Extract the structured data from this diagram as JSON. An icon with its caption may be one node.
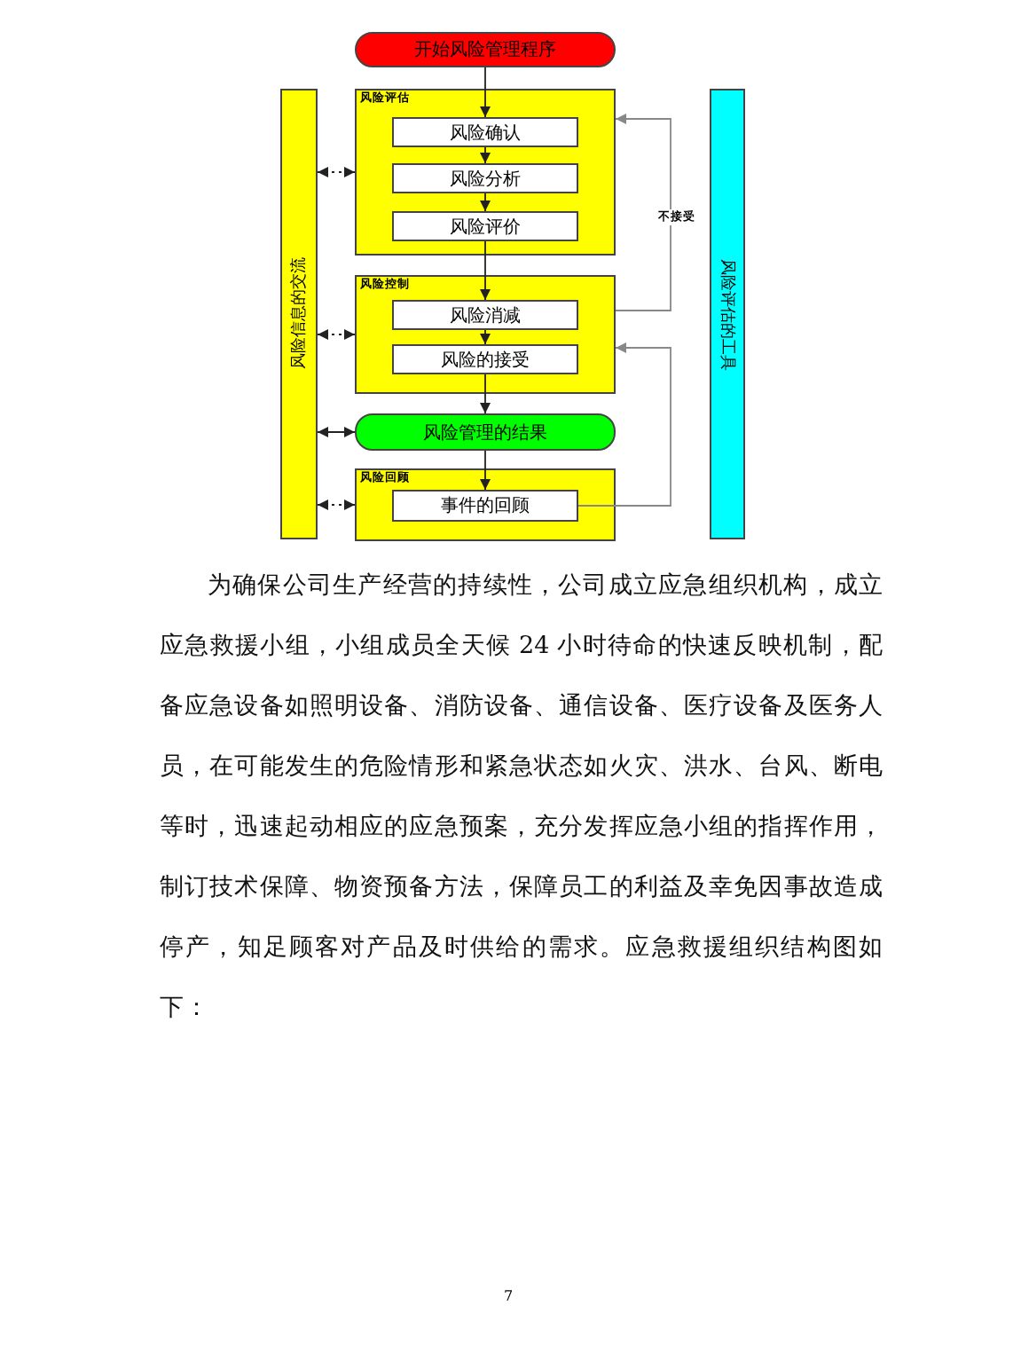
{
  "diagram": {
    "nodes": [
      {
        "text": [
          "开始风险管理程序"
        ]
      },
      {
        "text": [
          "风险信息的交流"
        ]
      },
      {
        "text": [
          "风险评估"
        ]
      },
      {
        "text": [
          "风险确认"
        ],
        "in": 2
      },
      {
        "text": [
          "风险分析"
        ],
        "in": 2
      },
      {
        "text": [
          "风险评价"
        ],
        "in": 2
      },
      {
        "text": [
          "风险控制"
        ]
      },
      {
        "text": [
          "风险消减"
        ],
        "in": 6
      },
      {
        "text": [
          "风险的接受"
        ],
        "in": 6
      },
      {
        "text": [
          "风险管理的结果"
        ]
      },
      {
        "text": [
          "风险回顾"
        ]
      },
      {
        "text": [
          "事件的回顾"
        ],
        "in": 10
      },
      {
        "text": [
          "风险评估的工具"
        ]
      }
    ],
    "edges": [
      {
        "from": 0,
        "to": 3,
        "arrow": "to"
      },
      {
        "from": 3,
        "to": 4,
        "arrow": "to"
      },
      {
        "from": 4,
        "to": 5,
        "arrow": "to"
      },
      {
        "from": 5,
        "to": 7,
        "arrow": "to"
      },
      {
        "from": 7,
        "to": 8,
        "arrow": "to"
      },
      {
        "from": 8,
        "to": 9,
        "arrow": "to"
      },
      {
        "from": 9,
        "to": 11,
        "arrow": "to"
      },
      {
        "from": 1,
        "to": 2,
        "arrow": "both",
        "style": "dashed"
      },
      {
        "from": 1,
        "to": 6,
        "arrow": "both",
        "style": "dashed"
      },
      {
        "from": 1,
        "to": 9,
        "arrow": "both"
      },
      {
        "from": 1,
        "to": 10,
        "arrow": "both",
        "style": "dashed"
      },
      {
        "from": 6,
        "to": 2,
        "arrow": "to",
        "label": "不接受",
        "color": "#888888"
      },
      {
        "from": 11,
        "to": 6,
        "arrow": "to",
        "color": "#888888"
      }
    ],
    "labels": [
      "为确保公司生产经营的持续性，公司成立应急组织机构，成立应急救援小组，小组成员全天候 24 小时待命的快速反映机制，配备应急设备如照明设备、消防设备、通信设备、医疗设备及医务人员，在可能发生的危险情形和紧急状态如火灾、洪水、台风、断电等时，迅速起动相应的应急预案，充分发挥应急小组的指挥作用，制订技术保障、物资预备方法，保障员工的利益及幸免因事故造成停产，知足顾客对产品及时供给的需求。应急救援组织结构图如下：",
      "7"
    ]
  }
}
